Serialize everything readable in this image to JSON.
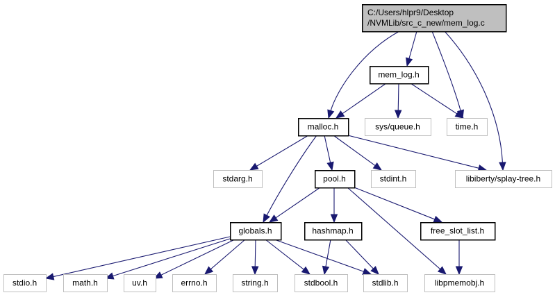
{
  "diagram": {
    "type": "include-dependency-graph",
    "colors": {
      "edge": "#191970",
      "root_fill": "#bfbfbf",
      "root_border": "#000000",
      "documented_border": "#000000",
      "external_border": "#bfbfbf",
      "node_fill": "#ffffff"
    },
    "nodes": [
      {
        "id": "root",
        "kind": "root",
        "lines": [
          "C:/Users/hlpr9/Desktop",
          "/NVMLib/src_c_new/mem_log.c"
        ]
      },
      {
        "id": "mem_log_h",
        "kind": "documented",
        "lines": [
          "mem_log.h"
        ]
      },
      {
        "id": "malloc_h",
        "kind": "documented",
        "lines": [
          "malloc.h"
        ]
      },
      {
        "id": "sys_queue_h",
        "kind": "external",
        "lines": [
          "sys/queue.h"
        ]
      },
      {
        "id": "time_h",
        "kind": "external",
        "lines": [
          "time.h"
        ]
      },
      {
        "id": "stdarg_h",
        "kind": "external",
        "lines": [
          "stdarg.h"
        ]
      },
      {
        "id": "pool_h",
        "kind": "documented",
        "lines": [
          "pool.h"
        ]
      },
      {
        "id": "stdint_h",
        "kind": "external",
        "lines": [
          "stdint.h"
        ]
      },
      {
        "id": "splay_tree_h",
        "kind": "external",
        "lines": [
          "libiberty/splay-tree.h"
        ]
      },
      {
        "id": "globals_h",
        "kind": "documented",
        "lines": [
          "globals.h"
        ]
      },
      {
        "id": "hashmap_h",
        "kind": "documented",
        "lines": [
          "hashmap.h"
        ]
      },
      {
        "id": "free_slot_list_h",
        "kind": "documented",
        "lines": [
          "free_slot_list.h"
        ]
      },
      {
        "id": "stdio_h",
        "kind": "external",
        "lines": [
          "stdio.h"
        ]
      },
      {
        "id": "math_h",
        "kind": "external",
        "lines": [
          "math.h"
        ]
      },
      {
        "id": "uv_h",
        "kind": "external",
        "lines": [
          "uv.h"
        ]
      },
      {
        "id": "errno_h",
        "kind": "external",
        "lines": [
          "errno.h"
        ]
      },
      {
        "id": "string_h",
        "kind": "external",
        "lines": [
          "string.h"
        ]
      },
      {
        "id": "stdbool_h",
        "kind": "external",
        "lines": [
          "stdbool.h"
        ]
      },
      {
        "id": "stdlib_h",
        "kind": "external",
        "lines": [
          "stdlib.h"
        ]
      },
      {
        "id": "libpmemobj_h",
        "kind": "external",
        "lines": [
          "libpmemobj.h"
        ]
      }
    ],
    "edges": [
      {
        "from": "root",
        "to": "mem_log_h"
      },
      {
        "from": "root",
        "to": "malloc_h"
      },
      {
        "from": "root",
        "to": "time_h"
      },
      {
        "from": "root",
        "to": "splay_tree_h"
      },
      {
        "from": "mem_log_h",
        "to": "malloc_h"
      },
      {
        "from": "mem_log_h",
        "to": "sys_queue_h"
      },
      {
        "from": "mem_log_h",
        "to": "time_h"
      },
      {
        "from": "malloc_h",
        "to": "stdarg_h"
      },
      {
        "from": "malloc_h",
        "to": "globals_h"
      },
      {
        "from": "malloc_h",
        "to": "pool_h"
      },
      {
        "from": "malloc_h",
        "to": "stdint_h"
      },
      {
        "from": "malloc_h",
        "to": "splay_tree_h"
      },
      {
        "from": "pool_h",
        "to": "globals_h"
      },
      {
        "from": "pool_h",
        "to": "hashmap_h"
      },
      {
        "from": "pool_h",
        "to": "free_slot_list_h"
      },
      {
        "from": "pool_h",
        "to": "libpmemobj_h"
      },
      {
        "from": "globals_h",
        "to": "stdio_h"
      },
      {
        "from": "globals_h",
        "to": "math_h"
      },
      {
        "from": "globals_h",
        "to": "uv_h"
      },
      {
        "from": "globals_h",
        "to": "errno_h"
      },
      {
        "from": "globals_h",
        "to": "string_h"
      },
      {
        "from": "globals_h",
        "to": "stdbool_h"
      },
      {
        "from": "globals_h",
        "to": "stdlib_h"
      },
      {
        "from": "hashmap_h",
        "to": "stdbool_h"
      },
      {
        "from": "hashmap_h",
        "to": "stdlib_h"
      },
      {
        "from": "free_slot_list_h",
        "to": "libpmemobj_h"
      }
    ]
  }
}
